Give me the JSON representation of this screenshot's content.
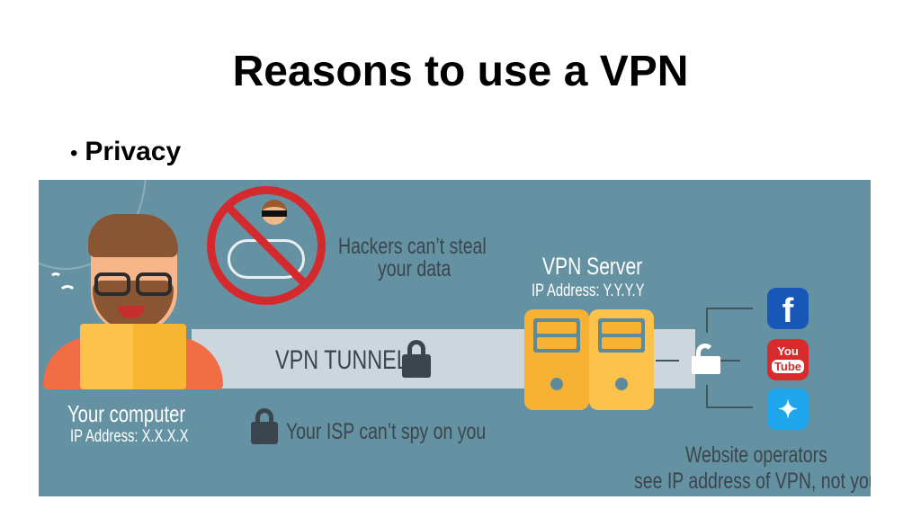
{
  "slide": {
    "title": "Reasons to use a VPN",
    "bullet": "Privacy"
  },
  "infographic": {
    "hackers_line1": "Hackers  can’t steal",
    "hackers_line2": "your data",
    "tunnel_label": "VPN TUNNEL",
    "computer_label": "Your computer",
    "computer_ip": "IP Address: X.X.X.X",
    "isp_label": "Your ISP can’t spy on you",
    "server_label": "VPN Server",
    "server_ip": "IP Address: Y.Y.Y.Y",
    "websites_line1": "Website operators",
    "websites_line2": "see IP address of VPN, not yours",
    "social": {
      "facebook": "f",
      "youtube_top": "You",
      "youtube_bottom": "Tube"
    },
    "colors": {
      "background": "#6592a2",
      "tunnel": "#cdd6dc",
      "server": "#f7b233",
      "laptop": "#fbbd3e",
      "forbidden": "#d42a2e"
    }
  }
}
